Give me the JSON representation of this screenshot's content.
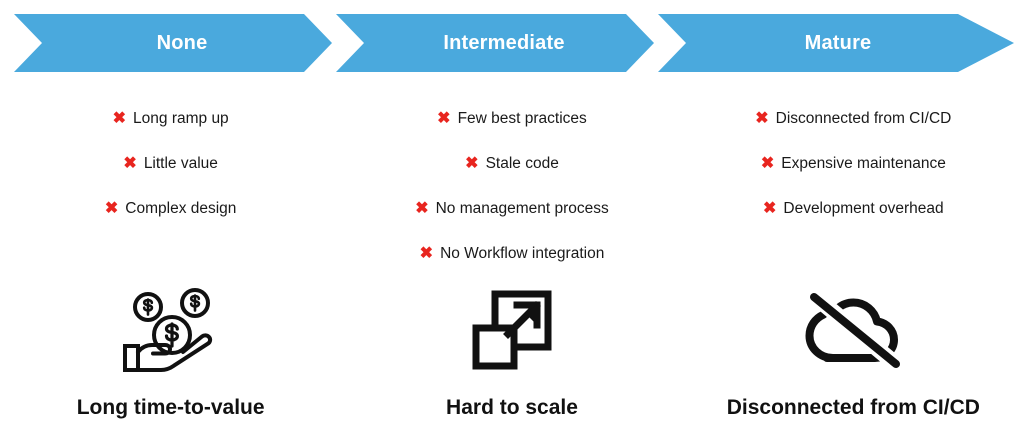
{
  "banner": {
    "accent_color": "#4aa9dd",
    "label_color": "#ffffff",
    "stages": [
      {
        "label": "None"
      },
      {
        "label": "Intermediate"
      },
      {
        "label": "Mature"
      }
    ]
  },
  "bullets": {
    "marker_glyph": "✖",
    "marker_color": "#e8251f",
    "text_color": "#1a1a1a",
    "columns": [
      {
        "items": [
          "Long ramp up",
          "Little value",
          "Complex design"
        ]
      },
      {
        "items": [
          "Few best practices",
          "Stale code",
          "No management process",
          "No Workflow integration"
        ]
      },
      {
        "items": [
          "Disconnected from CI/CD",
          "Expensive maintenance",
          "Development overhead"
        ]
      }
    ]
  },
  "outcomes": [
    {
      "icon": "hand-holding-money-icon",
      "caption": "Long time-to-value"
    },
    {
      "icon": "scale-expand-arrow-icon",
      "caption": "Hard to scale"
    },
    {
      "icon": "cloud-off-icon",
      "caption": "Disconnected from CI/CD"
    }
  ],
  "caption_color": "#111111"
}
